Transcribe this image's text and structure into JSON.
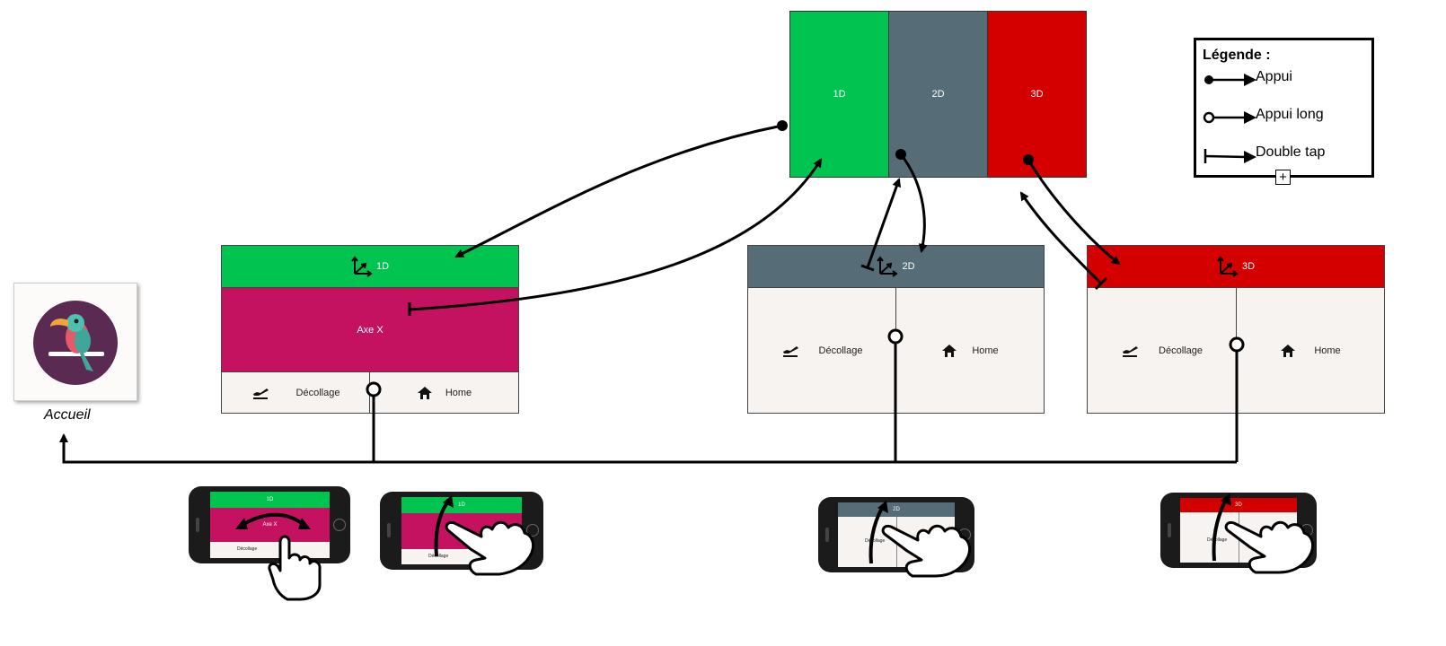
{
  "selector": {
    "d1": "1D",
    "d2": "2D",
    "d3": "3D"
  },
  "legend": {
    "title": "Légende :",
    "tap": "Appui",
    "long_press": "Appui long",
    "double_tap": "Double tap",
    "expand_symbol": "+"
  },
  "screen_1d": {
    "header": "1D",
    "axis": "Axe X",
    "takeoff": "Décollage",
    "home": "Home"
  },
  "screen_2d": {
    "header": "2D",
    "takeoff": "Décollage",
    "home": "Home"
  },
  "screen_3d": {
    "header": "3D",
    "takeoff": "Décollage",
    "home": "Home"
  },
  "home_app": {
    "label": "Accueil"
  },
  "phones": {
    "p1": {
      "header": "1D",
      "axis": "Axe X",
      "takeoff": "Décollage"
    },
    "p2": {
      "header": "1D",
      "takeoff": "Décollage"
    },
    "p3": {
      "header": "2D",
      "takeoff": "Décollage"
    },
    "p4": {
      "header": "3D",
      "takeoff": "Décollage"
    }
  },
  "colors": {
    "green": "#00c44f",
    "grey": "#566d78",
    "red": "#d40000",
    "magenta": "#c41260",
    "cream": "#f6f3f0"
  }
}
